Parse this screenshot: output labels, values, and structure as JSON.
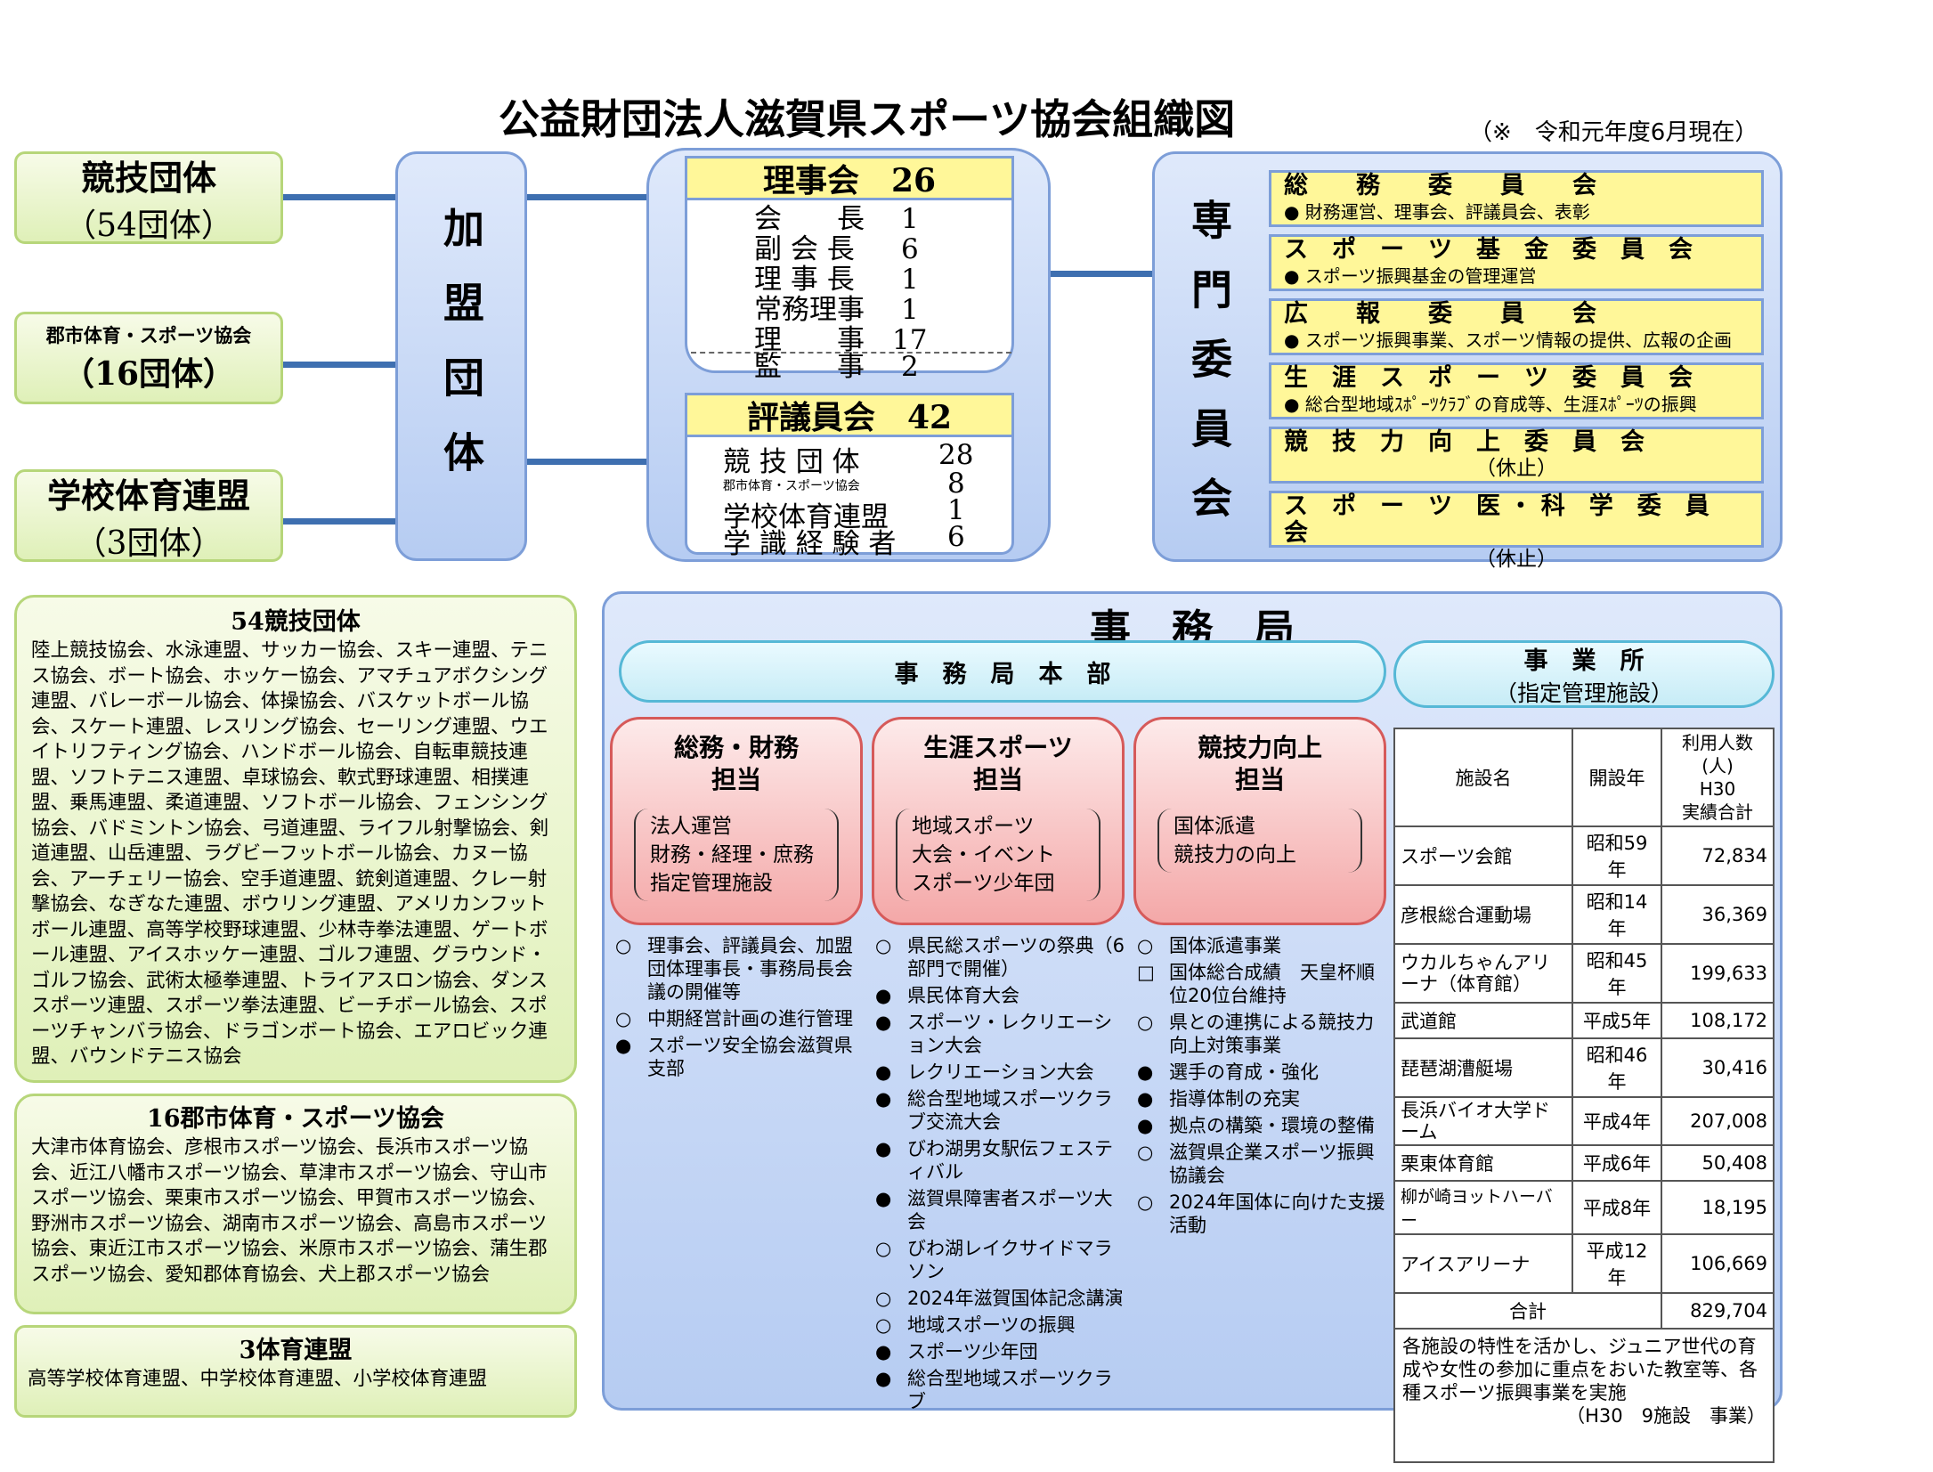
{
  "title": "公益財団法人滋賀県スポーツ協会組織図",
  "date_note": "（※　令和元年度6月現在）",
  "left_boxes": [
    {
      "title": "競技団体",
      "sub": "（54団体）"
    },
    {
      "title": "郡市体育・スポーツ協会",
      "sub": "（16団体）"
    },
    {
      "title": "学校体育連盟",
      "sub": "（3団体）"
    }
  ],
  "kamei": "加盟団体",
  "board": {
    "title": "理事会　26",
    "rows": [
      [
        "会　　長",
        "1"
      ],
      [
        "副 会 長",
        "6"
      ],
      [
        "理 事 長",
        "1"
      ],
      [
        "常務理事",
        "1"
      ],
      [
        "理　　事",
        "17"
      ],
      [
        "監　　事",
        "2"
      ]
    ]
  },
  "council": {
    "title": "評議員会　42",
    "rows": [
      [
        "競 技 団 体",
        "28"
      ],
      [
        "郡市体育・スポーツ協会",
        "8"
      ],
      [
        "学校体育連盟",
        "1"
      ],
      [
        "学 識 経 験 者",
        "6"
      ]
    ]
  },
  "senmon": "専門委員会",
  "committees": [
    {
      "name": "総　　務　　委　　員　　会",
      "note": "● 財務運営、理事会、評議員会、表彰"
    },
    {
      "name": "ス　ポ　ー　ツ　基　金　委　員　会",
      "note": "● スポーツ振興基金の管理運営"
    },
    {
      "name": "広　　報　　委　　員　　会",
      "note": "● スポーツ振興事業、スポーツ情報の提供、広報の企画"
    },
    {
      "name": "生　涯　ス　ポ　ー　ツ　委　員　会",
      "note": "● 総合型地域ｽﾎﾟｰﾂｸﾗﾌﾞの育成等、生涯ｽﾎﾟｰﾂの振興"
    },
    {
      "name": "競　技　力　向　上　委　員　会",
      "note": "（休止）"
    },
    {
      "name": "ス　ポ　ー　ツ　医 ・ 科　学　委　員　会",
      "note": "（休止）"
    }
  ],
  "members": [
    {
      "title": "54競技団体",
      "text": "陸上競技協会、水泳連盟、サッカー協会、スキー連盟、テニス協会、ボート協会、ホッケー協会、アマチュアボクシング連盟、バレーボール協会、体操協会、バスケットボール協会、スケート連盟、レスリング協会、セーリング連盟、ウエイトリフティング協会、ハンドボール協会、自転車競技連盟、ソフトテニス連盟、卓球協会、軟式野球連盟、相撲連盟、乗馬連盟、柔道連盟、ソフトボール協会、フェンシング協会、バドミントン協会、弓道連盟、ライフル射撃協会、剣道連盟、山岳連盟、ラグビーフットボール協会、カヌー協会、アーチェリー協会、空手道連盟、銃剣道連盟、クレー射撃協会、なぎなた連盟、ボウリング連盟、アメリカンフットボール連盟、高等学校野球連盟、少林寺拳法連盟、ゲートボール連盟、アイスホッケー連盟、ゴルフ連盟、グラウンド・ゴルフ協会、武術太極拳連盟、トライアスロン協会、ダンススポーツ連盟、スポーツ拳法連盟、ビーチボール協会、スポーツチャンバラ協会、ドラゴンボート協会、エアロビック連盟、バウンドテニス協会"
    },
    {
      "title": "16郡市体育・スポーツ協会",
      "text": "大津市体育協会、彦根市スポーツ協会、長浜市スポーツ協会、近江八幡市スポーツ協会、草津市スポーツ協会、守山市スポーツ協会、栗東市スポーツ協会、甲賀市スポーツ協会、野洲市スポーツ協会、湖南市スポーツ協会、高島市スポーツ協会、東近江市スポーツ協会、米原市スポーツ協会、蒲生郡スポーツ協会、愛知郡体育協会、犬上郡スポーツ協会"
    },
    {
      "title": "3体育連盟",
      "text": "高等学校体育連盟、中学校体育連盟、小学校体育連盟"
    }
  ],
  "secretariat": {
    "title": "事　務　局",
    "hq": "事　務　局　本　部",
    "office_title": "事　業　所",
    "office_sub": "（指定管理施設）",
    "depts": [
      {
        "name": "総務・財務\n担当",
        "duties": "法人運営\n財務・経理・庶務\n指定管理施設",
        "items": [
          [
            "○",
            "理事会、評議員会、加盟団体理事長・事務局長会議の開催等"
          ],
          [
            "○",
            "中期経営計画の進行管理"
          ],
          [
            "●",
            "スポーツ安全協会滋賀県支部"
          ]
        ]
      },
      {
        "name": "生涯スポーツ\n担当",
        "duties": "地域スポーツ\n大会・イベント\nスポーツ少年団",
        "items": [
          [
            "○",
            "県民総スポーツの祭典（6部門で開催）"
          ],
          [
            "●",
            "県民体育大会"
          ],
          [
            "●",
            "スポーツ・レクリエーション大会"
          ],
          [
            "●",
            "レクリエーション大会"
          ],
          [
            "●",
            "総合型地域スポーツクラブ交流大会"
          ],
          [
            "●",
            "びわ湖男女駅伝フェスティバル"
          ],
          [
            "●",
            "滋賀県障害者スポーツ大会"
          ],
          [
            "○",
            "びわ湖レイクサイドマラソン"
          ],
          [
            "○",
            "2024年滋賀国体記念講演"
          ],
          [
            "○",
            "地域スポーツの振興"
          ],
          [
            "●",
            "スポーツ少年団"
          ],
          [
            "●",
            "総合型地域スポーツクラブ"
          ]
        ]
      },
      {
        "name": "競技力向上\n担当",
        "duties": "国体派遣\n競技力の向上",
        "items": [
          [
            "○",
            "国体派遣事業"
          ],
          [
            "□",
            "国体総合成績　天皇杯順位20位台維持"
          ],
          [
            "○",
            "県との連携による競技力向上対策事業"
          ],
          [
            "●",
            "選手の育成・強化"
          ],
          [
            "●",
            "指導体制の充実"
          ],
          [
            "●",
            "拠点の構築・環境の整備"
          ],
          [
            "○",
            "滋賀県企業スポーツ振興協議会"
          ],
          [
            "○",
            "2024年国体に向けた支援活動"
          ]
        ]
      }
    ],
    "table": {
      "headers": [
        "施設名",
        "開設年",
        "利用人数(人)\nH30\n実績合計"
      ],
      "rows": [
        [
          "スポーツ会館",
          "昭和59年",
          "72,834"
        ],
        [
          "彦根総合運動場",
          "昭和14年",
          "36,369"
        ],
        [
          "ウカルちゃんアリーナ（体育館）",
          "昭和45年",
          "199,633"
        ],
        [
          "武道館",
          "平成5年",
          "108,172"
        ],
        [
          "琵琶湖漕艇場",
          "昭和46年",
          "30,416"
        ],
        [
          "長浜バイオ大学ドーム",
          "平成4年",
          "207,008"
        ],
        [
          "栗東体育館",
          "平成6年",
          "50,408"
        ],
        [
          "柳が崎ヨットハーバー",
          "平成8年",
          "18,195"
        ],
        [
          "アイスアリーナ",
          "平成12年",
          "106,669"
        ]
      ],
      "total_label": "合計",
      "total": "829,704",
      "note": "各施設の特性を活かし、ジュニア世代の育成や女性の参加に重点をおいた教室等、各種スポーツ振興事業を実施",
      "note2": "（H30　9施設　事業）"
    }
  }
}
